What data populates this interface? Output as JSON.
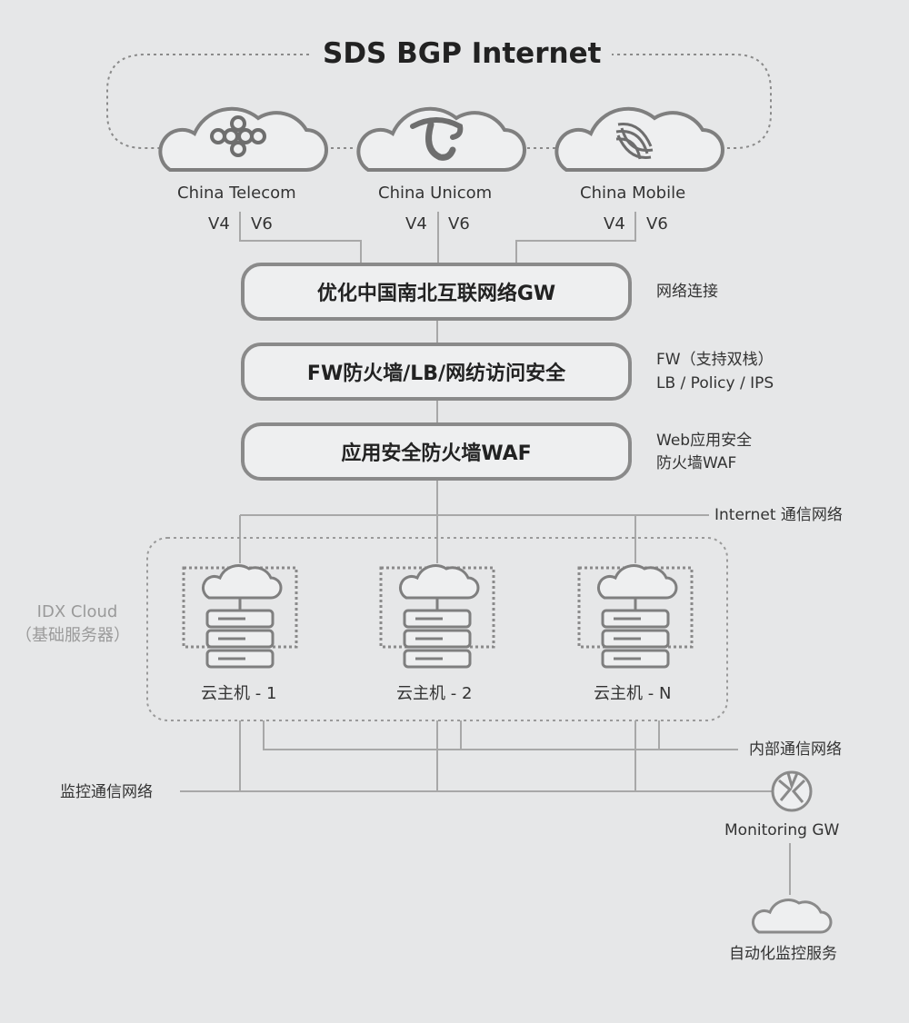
{
  "title": "SDS BGP Internet",
  "carriers": [
    {
      "name": "China Telecom",
      "logo": "china-unicom-knot-logo"
    },
    {
      "name": "China Unicom",
      "logo": "china-telecom-logo"
    },
    {
      "name": "China Mobile",
      "logo": "china-mobile-logo"
    }
  ],
  "ip_versions": [
    "V4",
    "V6"
  ],
  "layers": [
    {
      "label": "优化中国南北互联网络GW",
      "desc": [
        "网络连接"
      ]
    },
    {
      "label": "FW防火墙/LB/网纺访问安全",
      "desc": [
        "FW（支持双栈）",
        "LB / Policy / IPS"
      ]
    },
    {
      "label": "应用安全防火墙WAF",
      "desc": [
        "Web应用安全",
        "防火墙WAF"
      ]
    }
  ],
  "internet_network_label": "Internet 通信网络",
  "cloud_group": {
    "line1": "IDX Cloud",
    "line2": "（基础服务器）"
  },
  "hosts": [
    "云主机 - 1",
    "云主机 - 2",
    "云主机 - N"
  ],
  "internal_network_label": "内部通信网络",
  "monitoring_network_label": "监控通信网络",
  "monitoring_gw_label": "Monitoring GW",
  "automation_label": "自动化监控服务",
  "colors": {
    "background": "#e6e7e8",
    "line": "#a8a8a8",
    "box_border": "#8a8a8a",
    "cloud_stroke": "#7f7f7f"
  }
}
